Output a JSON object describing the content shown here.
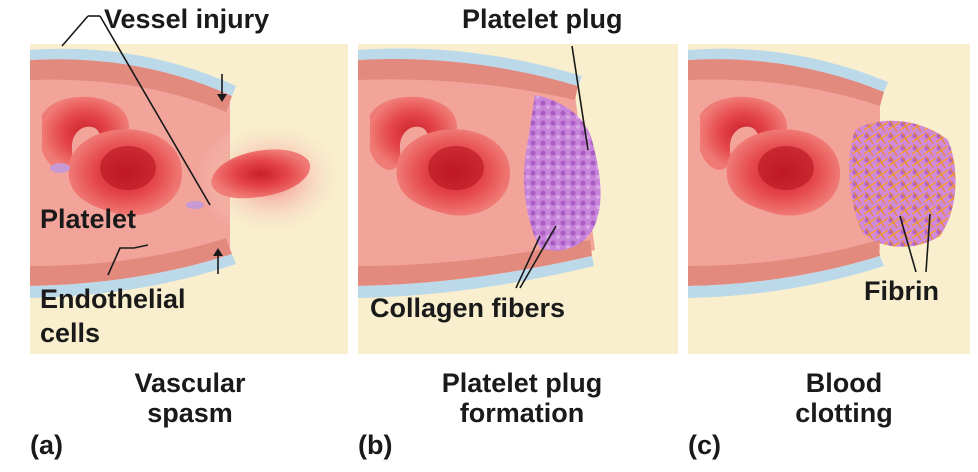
{
  "labels": {
    "vessel_injury": "Vessel injury",
    "platelet_plug": "Platelet plug",
    "platelet": "Platelet",
    "endothelial": "Endothelial",
    "cells": "cells",
    "collagen_fibers": "Collagen fibers",
    "fibrin": "Fibrin"
  },
  "panels": [
    {
      "letter": "(a)",
      "caption_line1": "Vascular",
      "caption_line2": "spasm"
    },
    {
      "letter": "(b)",
      "caption_line1": "Platelet plug",
      "caption_line2": "formation"
    },
    {
      "letter": "(c)",
      "caption_line1": "Blood",
      "caption_line2": "clotting"
    }
  ],
  "colors": {
    "panel_bg": "#f9efcf",
    "vessel_wall": "#e38a7f",
    "blood": "#f2a49b",
    "rbc": "#e23a3f",
    "platelet_plug": "#c77ad8",
    "endothelium": "#bcd9ea"
  }
}
